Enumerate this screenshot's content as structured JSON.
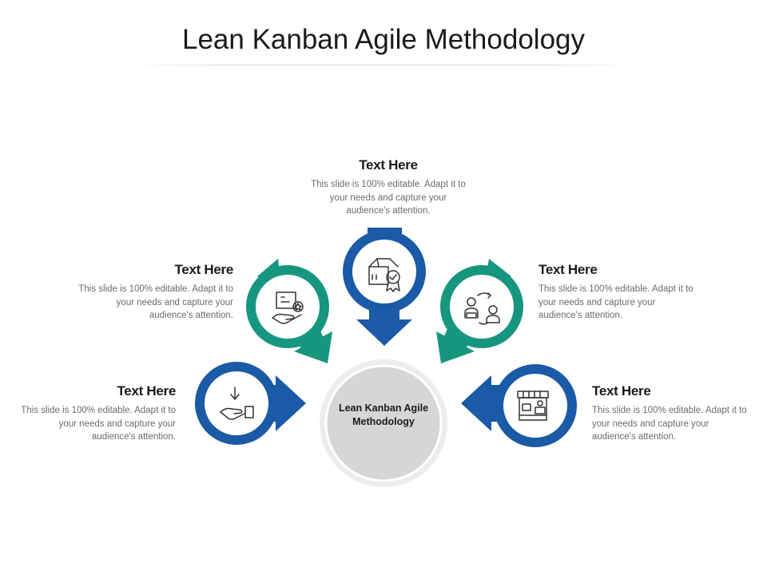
{
  "title": "Lean Kanban Agile Methodology",
  "center": {
    "label": "Lean Kanban Agile Methodology"
  },
  "colors": {
    "blue": "#1a5aa6",
    "teal": "#17967f",
    "center_fill": "#d6d6d6",
    "text": "#1a1a1a",
    "muted": "#6b6b6b"
  },
  "items": [
    {
      "heading": "Text Here",
      "description": "This slide is 100% editable. Adapt it to your needs and capture your audience's attention.",
      "icon": "hand-receive-arrow-icon",
      "color": "blue"
    },
    {
      "heading": "Text Here",
      "description": "This slide is 100% editable. Adapt it to your needs and capture your audience's attention.",
      "icon": "hand-box-star-icon",
      "color": "teal"
    },
    {
      "heading": "Text Here",
      "description": "This slide is 100% editable. Adapt it to your needs and capture your audience's attention.",
      "icon": "box-award-badge-icon",
      "color": "blue"
    },
    {
      "heading": "Text Here",
      "description": "This slide is 100% editable. Adapt it to your needs and capture your audience's attention.",
      "icon": "people-exchange-icon",
      "color": "teal"
    },
    {
      "heading": "Text Here",
      "description": "This slide is 100% editable. Adapt it to your needs and capture your audience's attention.",
      "icon": "storefront-icon",
      "color": "blue"
    }
  ]
}
